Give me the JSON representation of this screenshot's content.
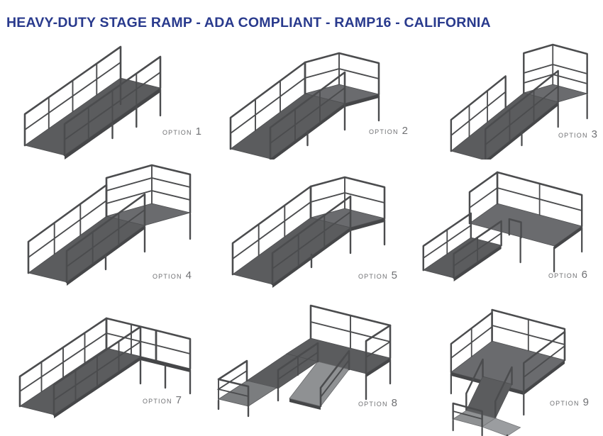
{
  "header": {
    "title": "HEAVY-DUTY STAGE RAMP - ADA COMPLIANT - RAMP16 - CALIFORNIA"
  },
  "colors": {
    "title_blue": "#293a8d",
    "label_gray": "#6f7073",
    "deck_dark": "#5b5c5e",
    "deck_medium": "#7b7d7f",
    "deck_light": "#8f9193",
    "rail_stroke": "#4b4c4e",
    "background": "#ffffff"
  },
  "options": [
    {
      "prefix": "OPTION",
      "number": "1"
    },
    {
      "prefix": "OPTION",
      "number": "2"
    },
    {
      "prefix": "OPTION",
      "number": "3"
    },
    {
      "prefix": "OPTION",
      "number": "4"
    },
    {
      "prefix": "OPTION",
      "number": "5"
    },
    {
      "prefix": "OPTION",
      "number": "6"
    },
    {
      "prefix": "OPTION",
      "number": "7"
    },
    {
      "prefix": "OPTION",
      "number": "8"
    },
    {
      "prefix": "OPTION",
      "number": "9"
    }
  ]
}
